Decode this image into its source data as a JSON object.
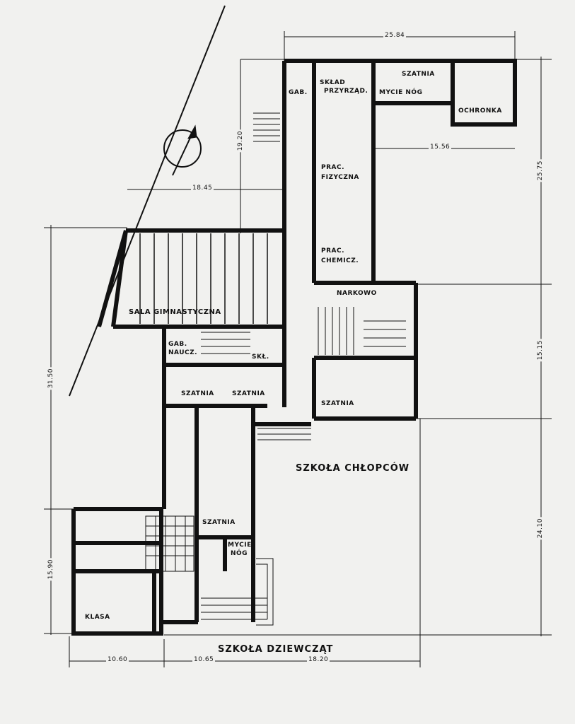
{
  "rooms": {
    "gab": "GAB.",
    "sklad": "SKŁAD",
    "przyrzad": "PRZYRZĄD.",
    "szatnia_top": "SZATNIA",
    "mycie_nog_top": "MYCIE NÓG",
    "ochronka": "OCHRONKA",
    "prac_fizyczna_1": "PRAC.",
    "prac_fizyczna_2": "FIZYCZNA",
    "prac_chemicz_1": "PRAC.",
    "prac_chemicz_2": "CHEMICZ.",
    "narkowo": "NARKOWO",
    "sala_gimnastyczna": "SALA GIMNASTYCZNA",
    "gab_naucz_1": "GAB.",
    "gab_naucz_2": "NAUCZ.",
    "skl_small": "SKŁ.",
    "szatnia_left": "SZATNIA",
    "szatnia_mid": "SZATNIA",
    "szatnia_right": "SZATNIA",
    "szatnia_lower": "SZATNIA",
    "mycie_nog_low_1": "MYCIE",
    "mycie_nog_low_2": "NÓG",
    "klasa": "KLASA"
  },
  "labels": {
    "szkola_chlopcow": "SZKOŁA CHŁOPCÓW",
    "szkola_dziewczat": "SZKOŁA DZIEWCZĄT"
  },
  "dimensions": {
    "top_width": "25.84",
    "right_upper": "25.75",
    "right_middle": "15.15",
    "right_lower": "24.10",
    "left_upper": "31.50",
    "left_lower": "15.90",
    "court_width": "15.56",
    "yard_height": "19.20",
    "yard_width": "18.45",
    "bottom_1": "10.60",
    "bottom_2": "10.65",
    "bottom_3": "18.20"
  },
  "colors": {
    "ink": "#111111",
    "paper": "#f1f1ef"
  }
}
